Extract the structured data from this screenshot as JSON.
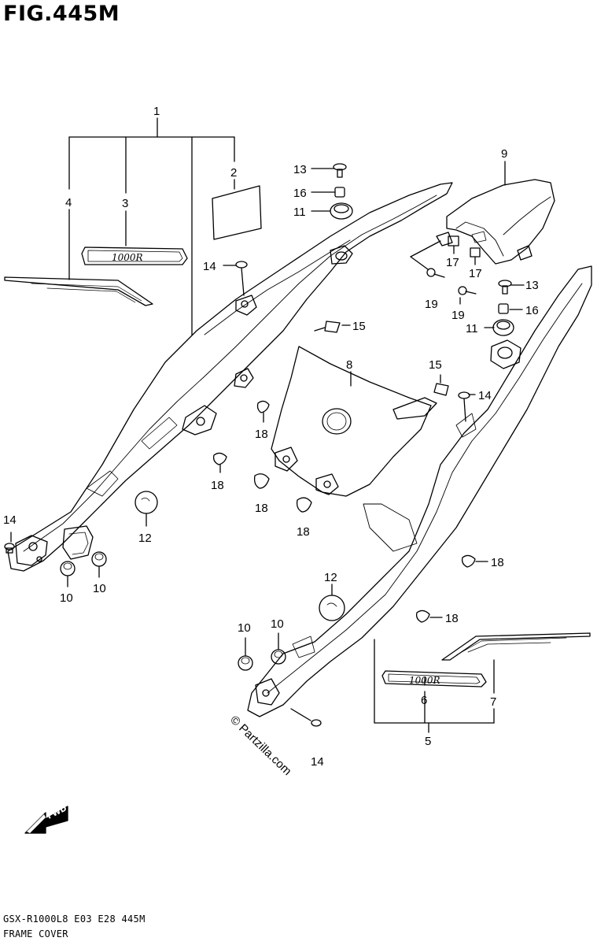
{
  "figure": {
    "title": "FIG.445M"
  },
  "footer": {
    "model_code": "GSX-R1000L8  E03  E28  445M",
    "section_name": "FRAME COVER"
  },
  "watermark": "© Partzilla.com",
  "badge_text": "1000R",
  "fwd_label": "FWD",
  "callouts": [
    {
      "id": "c1",
      "label": "1"
    },
    {
      "id": "c2",
      "label": "2"
    },
    {
      "id": "c3",
      "label": "3"
    },
    {
      "id": "c4",
      "label": "4"
    },
    {
      "id": "c5",
      "label": "5"
    },
    {
      "id": "c6",
      "label": "6"
    },
    {
      "id": "c7",
      "label": "7"
    },
    {
      "id": "c8",
      "label": "8"
    },
    {
      "id": "c9",
      "label": "9"
    },
    {
      "id": "c10a",
      "label": "10"
    },
    {
      "id": "c10b",
      "label": "10"
    },
    {
      "id": "c10c",
      "label": "10"
    },
    {
      "id": "c10d",
      "label": "10"
    },
    {
      "id": "c11a",
      "label": "11"
    },
    {
      "id": "c11b",
      "label": "11"
    },
    {
      "id": "c12a",
      "label": "12"
    },
    {
      "id": "c12b",
      "label": "12"
    },
    {
      "id": "c13a",
      "label": "13"
    },
    {
      "id": "c13b",
      "label": "13"
    },
    {
      "id": "c14a",
      "label": "14"
    },
    {
      "id": "c14b",
      "label": "14"
    },
    {
      "id": "c14c",
      "label": "14"
    },
    {
      "id": "c14d",
      "label": "14"
    },
    {
      "id": "c15a",
      "label": "15"
    },
    {
      "id": "c15b",
      "label": "15"
    },
    {
      "id": "c16a",
      "label": "16"
    },
    {
      "id": "c16b",
      "label": "16"
    },
    {
      "id": "c17a",
      "label": "17"
    },
    {
      "id": "c17b",
      "label": "17"
    },
    {
      "id": "c18a",
      "label": "18"
    },
    {
      "id": "c18b",
      "label": "18"
    },
    {
      "id": "c18c",
      "label": "18"
    },
    {
      "id": "c18d",
      "label": "18"
    },
    {
      "id": "c18e",
      "label": "18"
    },
    {
      "id": "c18f",
      "label": "18"
    },
    {
      "id": "c19a",
      "label": "19"
    },
    {
      "id": "c19b",
      "label": "19"
    }
  ]
}
